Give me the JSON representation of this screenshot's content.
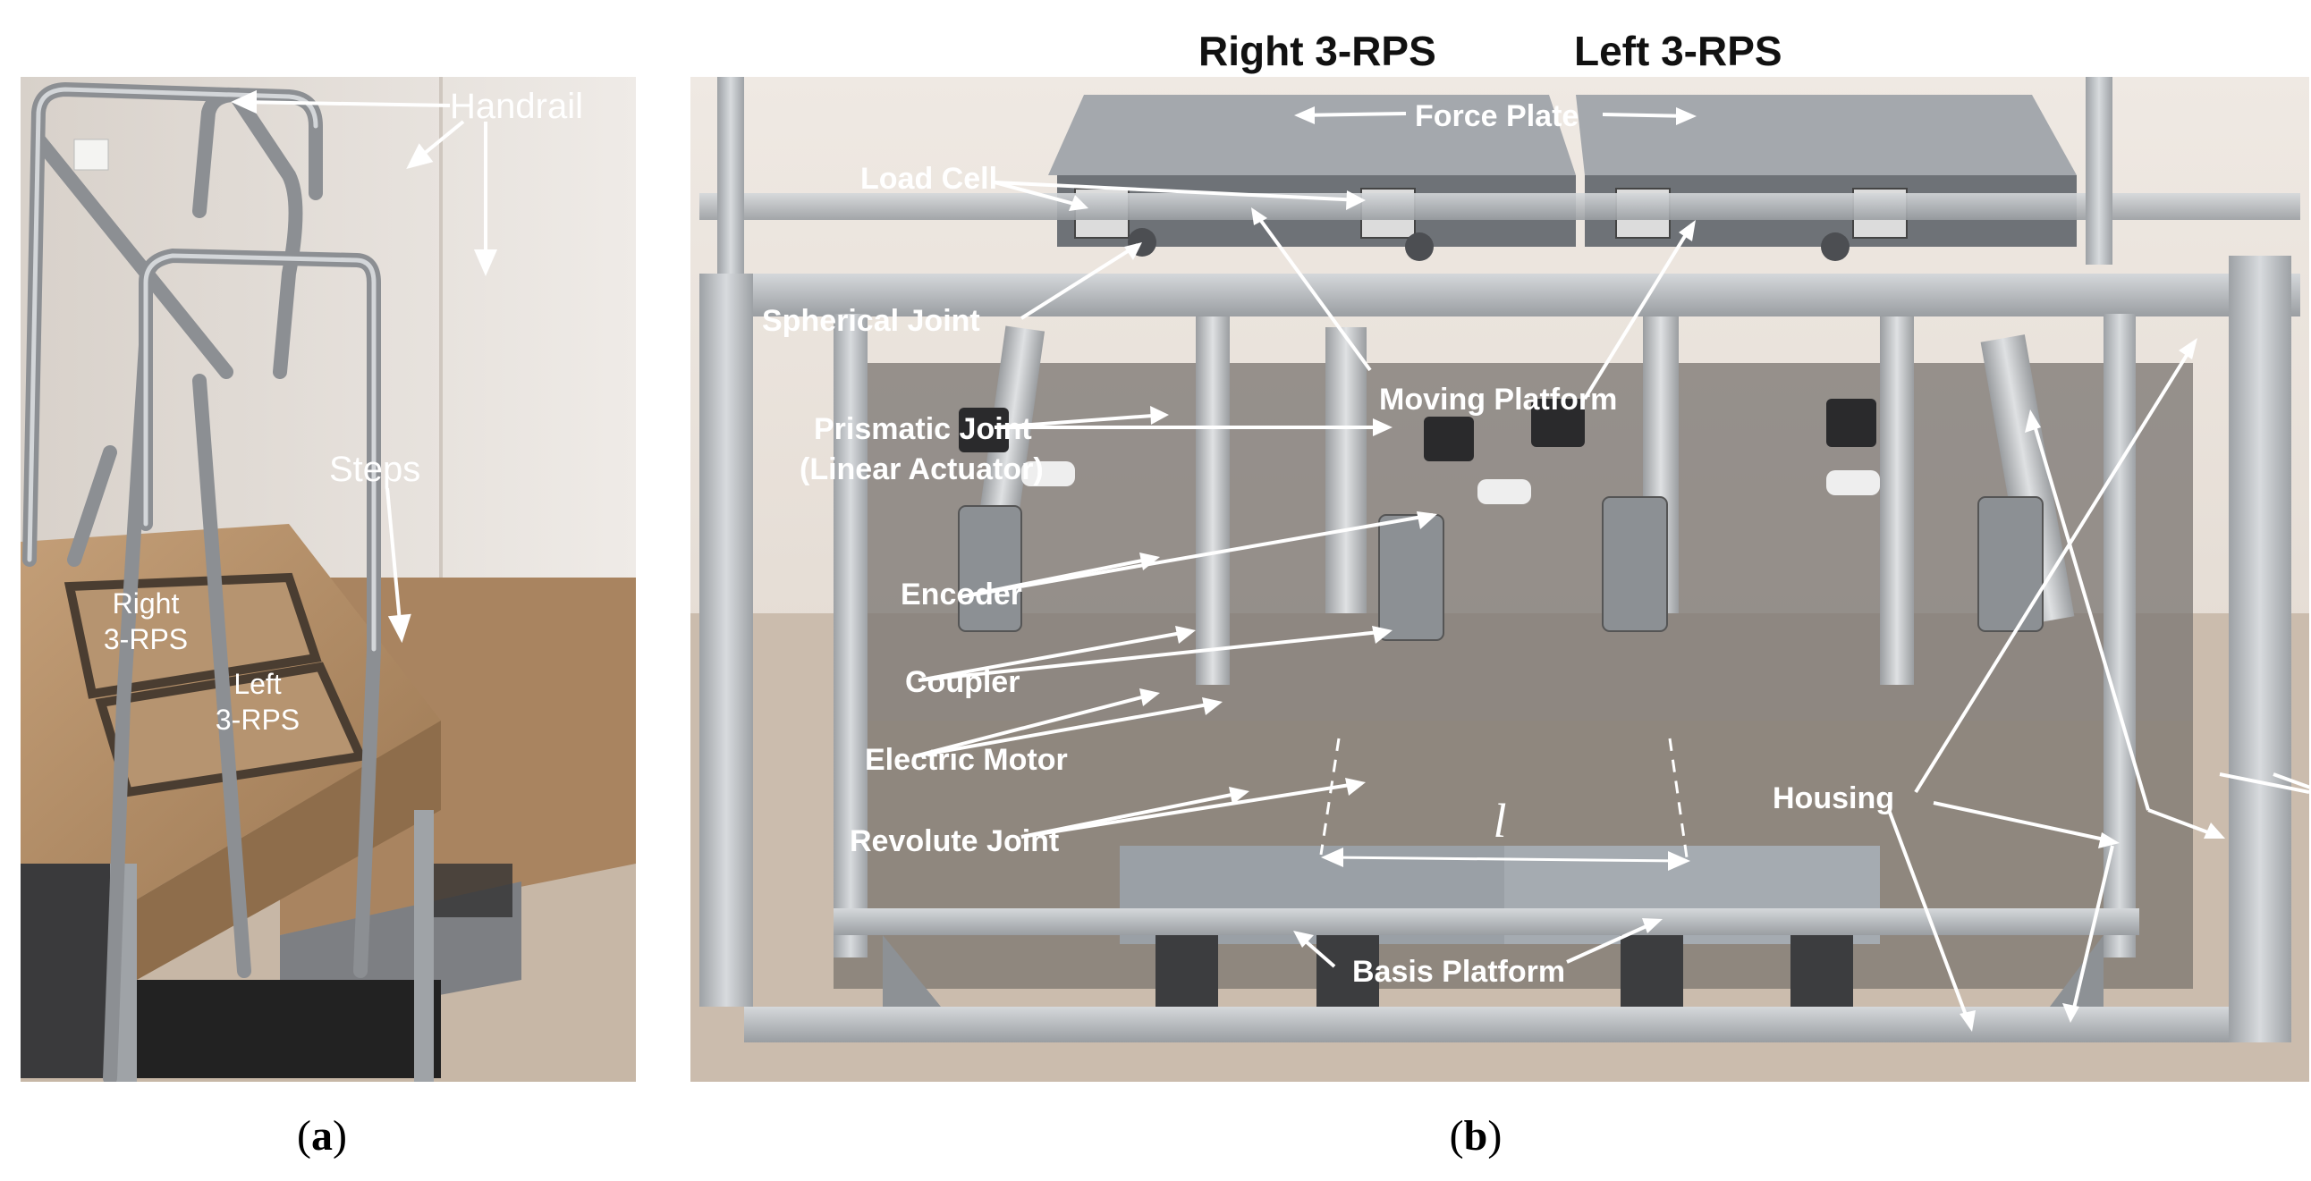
{
  "headers": {
    "right": "Right 3-RPS",
    "left": "Left 3-RPS"
  },
  "captions": {
    "a": "a",
    "b": "b"
  },
  "panel_a": {
    "labels": {
      "handrail": "Handrail",
      "steps": "Steps",
      "right_plate": [
        "Right",
        "3-RPS"
      ],
      "left_plate": [
        "Left",
        "3-RPS"
      ]
    }
  },
  "panel_b": {
    "labels": {
      "force_plate": "Force Plate",
      "load_cell": "Load Cell",
      "spherical_joint": "Spherical Joint",
      "moving_platform": "Moving Platform",
      "prismatic_joint": "Prismatic Joint",
      "linear_actuator": "(Linear Actuator)",
      "encoder": "Encoder",
      "coupler": "Coupler",
      "electric_motor": "Electric Motor",
      "revolute_joint": "Revolute Joint",
      "housing": "Housing",
      "basis_platform": "Basis Platform",
      "distance_symbol": "l"
    }
  },
  "colors": {
    "label_text": "#ffffff",
    "arrow": "#ffffff",
    "wall": "#e6e0da",
    "wood": "#b28c66",
    "aluminum": "#b9bdc1",
    "floor": "#c9b9a8"
  }
}
